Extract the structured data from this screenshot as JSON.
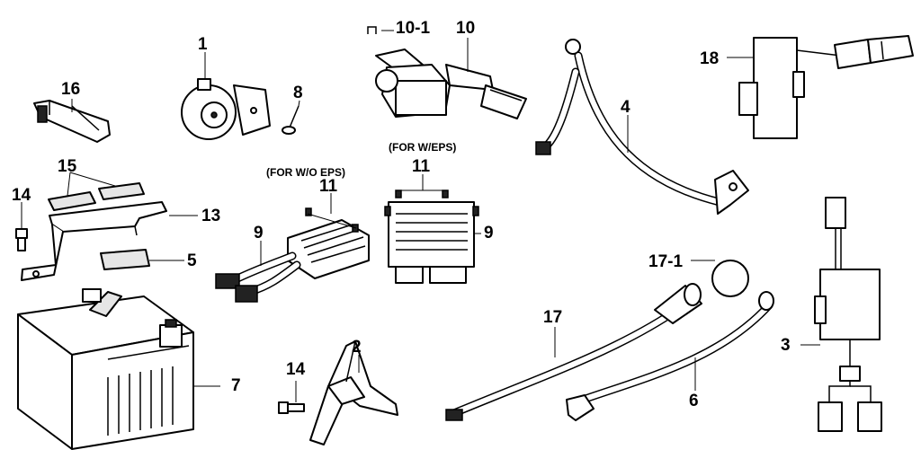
{
  "parts": {
    "p1": "1",
    "p2": "2",
    "p3": "3",
    "p4": "4",
    "p5": "5",
    "p6": "6",
    "p7": "7",
    "p8": "8",
    "p9a": "9",
    "p9b": "9",
    "p10": "10",
    "p10_1": "10-1",
    "p11a": "11",
    "p11b": "11",
    "p13": "13",
    "p14a": "14",
    "p14b": "14",
    "p15": "15",
    "p16": "16",
    "p17": "17",
    "p17_1": "17-1",
    "p18": "18"
  },
  "notes": {
    "wo_eps": "(FOR W/O EPS)",
    "w_eps": "(FOR W/EPS)"
  },
  "colors": {
    "line": "#000000",
    "background": "#ffffff",
    "shade": "#e6e6e6"
  }
}
